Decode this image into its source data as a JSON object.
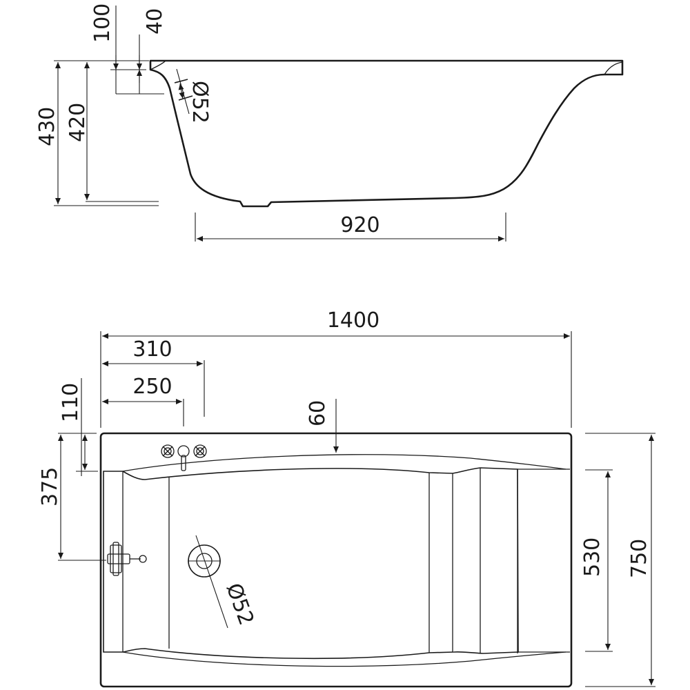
{
  "side_view": {
    "dim_rim_top": "100",
    "dim_rim_inner": "40",
    "dim_height_outer": "430",
    "dim_height_inner": "420",
    "dim_overflow_diameter": "Ø52",
    "dim_bottom_length": "920"
  },
  "top_view": {
    "dim_total_length": "1400",
    "dim_tap_far": "310",
    "dim_tap_near": "250",
    "dim_rim_front": "110",
    "dim_rim_side": "60",
    "dim_drain_offset": "375",
    "dim_drain_diameter": "Ø52",
    "dim_inner_width": "530",
    "dim_total_width": "750"
  }
}
